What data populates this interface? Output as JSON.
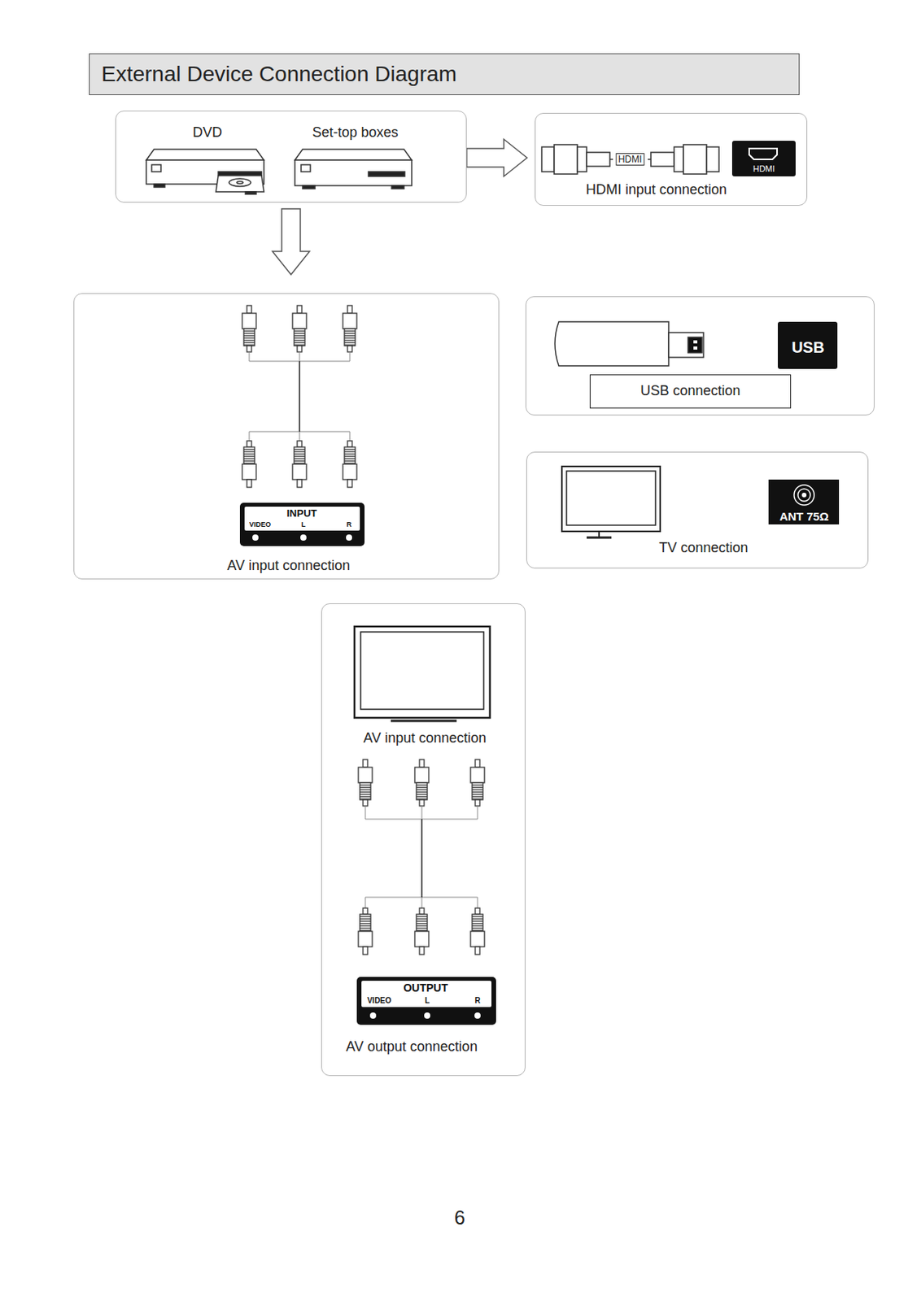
{
  "diagram": {
    "title": "External Device Connection Diagram",
    "nodes": [
      {
        "text": [
          "DVD",
          "Set-top boxes"
        ]
      },
      {
        "text": [
          "HDMI input connection"
        ]
      },
      {
        "text": [
          "AV input connection"
        ]
      },
      {
        "text": [
          "USB connection"
        ]
      },
      {
        "text": [
          "TV connection"
        ]
      },
      {
        "text": [
          "AV input connection",
          "AV output connection"
        ]
      }
    ],
    "edges": [
      {
        "from": 0,
        "to": 1,
        "arrow": "to"
      },
      {
        "from": 0,
        "to": 2,
        "arrow": "to"
      }
    ],
    "labels": [
      "HDMI",
      "HDMI",
      "USB",
      "ANT 75Ω",
      "INPUT",
      "VIDEO",
      "L",
      "R",
      "OUTPUT",
      "VIDEO",
      "L",
      "R",
      "6"
    ]
  }
}
